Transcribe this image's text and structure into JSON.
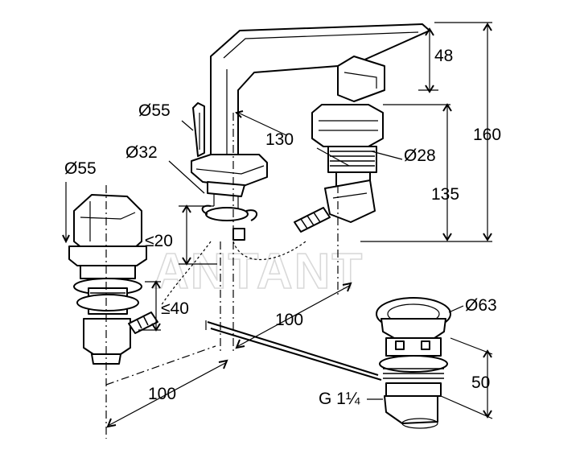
{
  "watermark": "ANTANT",
  "dimensions": {
    "spout_height": "48",
    "total_height": "160",
    "spout_reach": "130",
    "handle_diameter_top": "Ø55",
    "handle_diameter_left": "Ø55",
    "shank_diameter_spout": "Ø32",
    "shank_diameter_valve": "Ø28",
    "spout_clearance": "135",
    "deck_thickness_spout": "≤20",
    "deck_thickness_valve": "≤40",
    "spacing_right": "100",
    "spacing_left": "100",
    "drain_diameter": "Ø63",
    "drain_height": "50",
    "drain_thread": "G 1¼"
  }
}
